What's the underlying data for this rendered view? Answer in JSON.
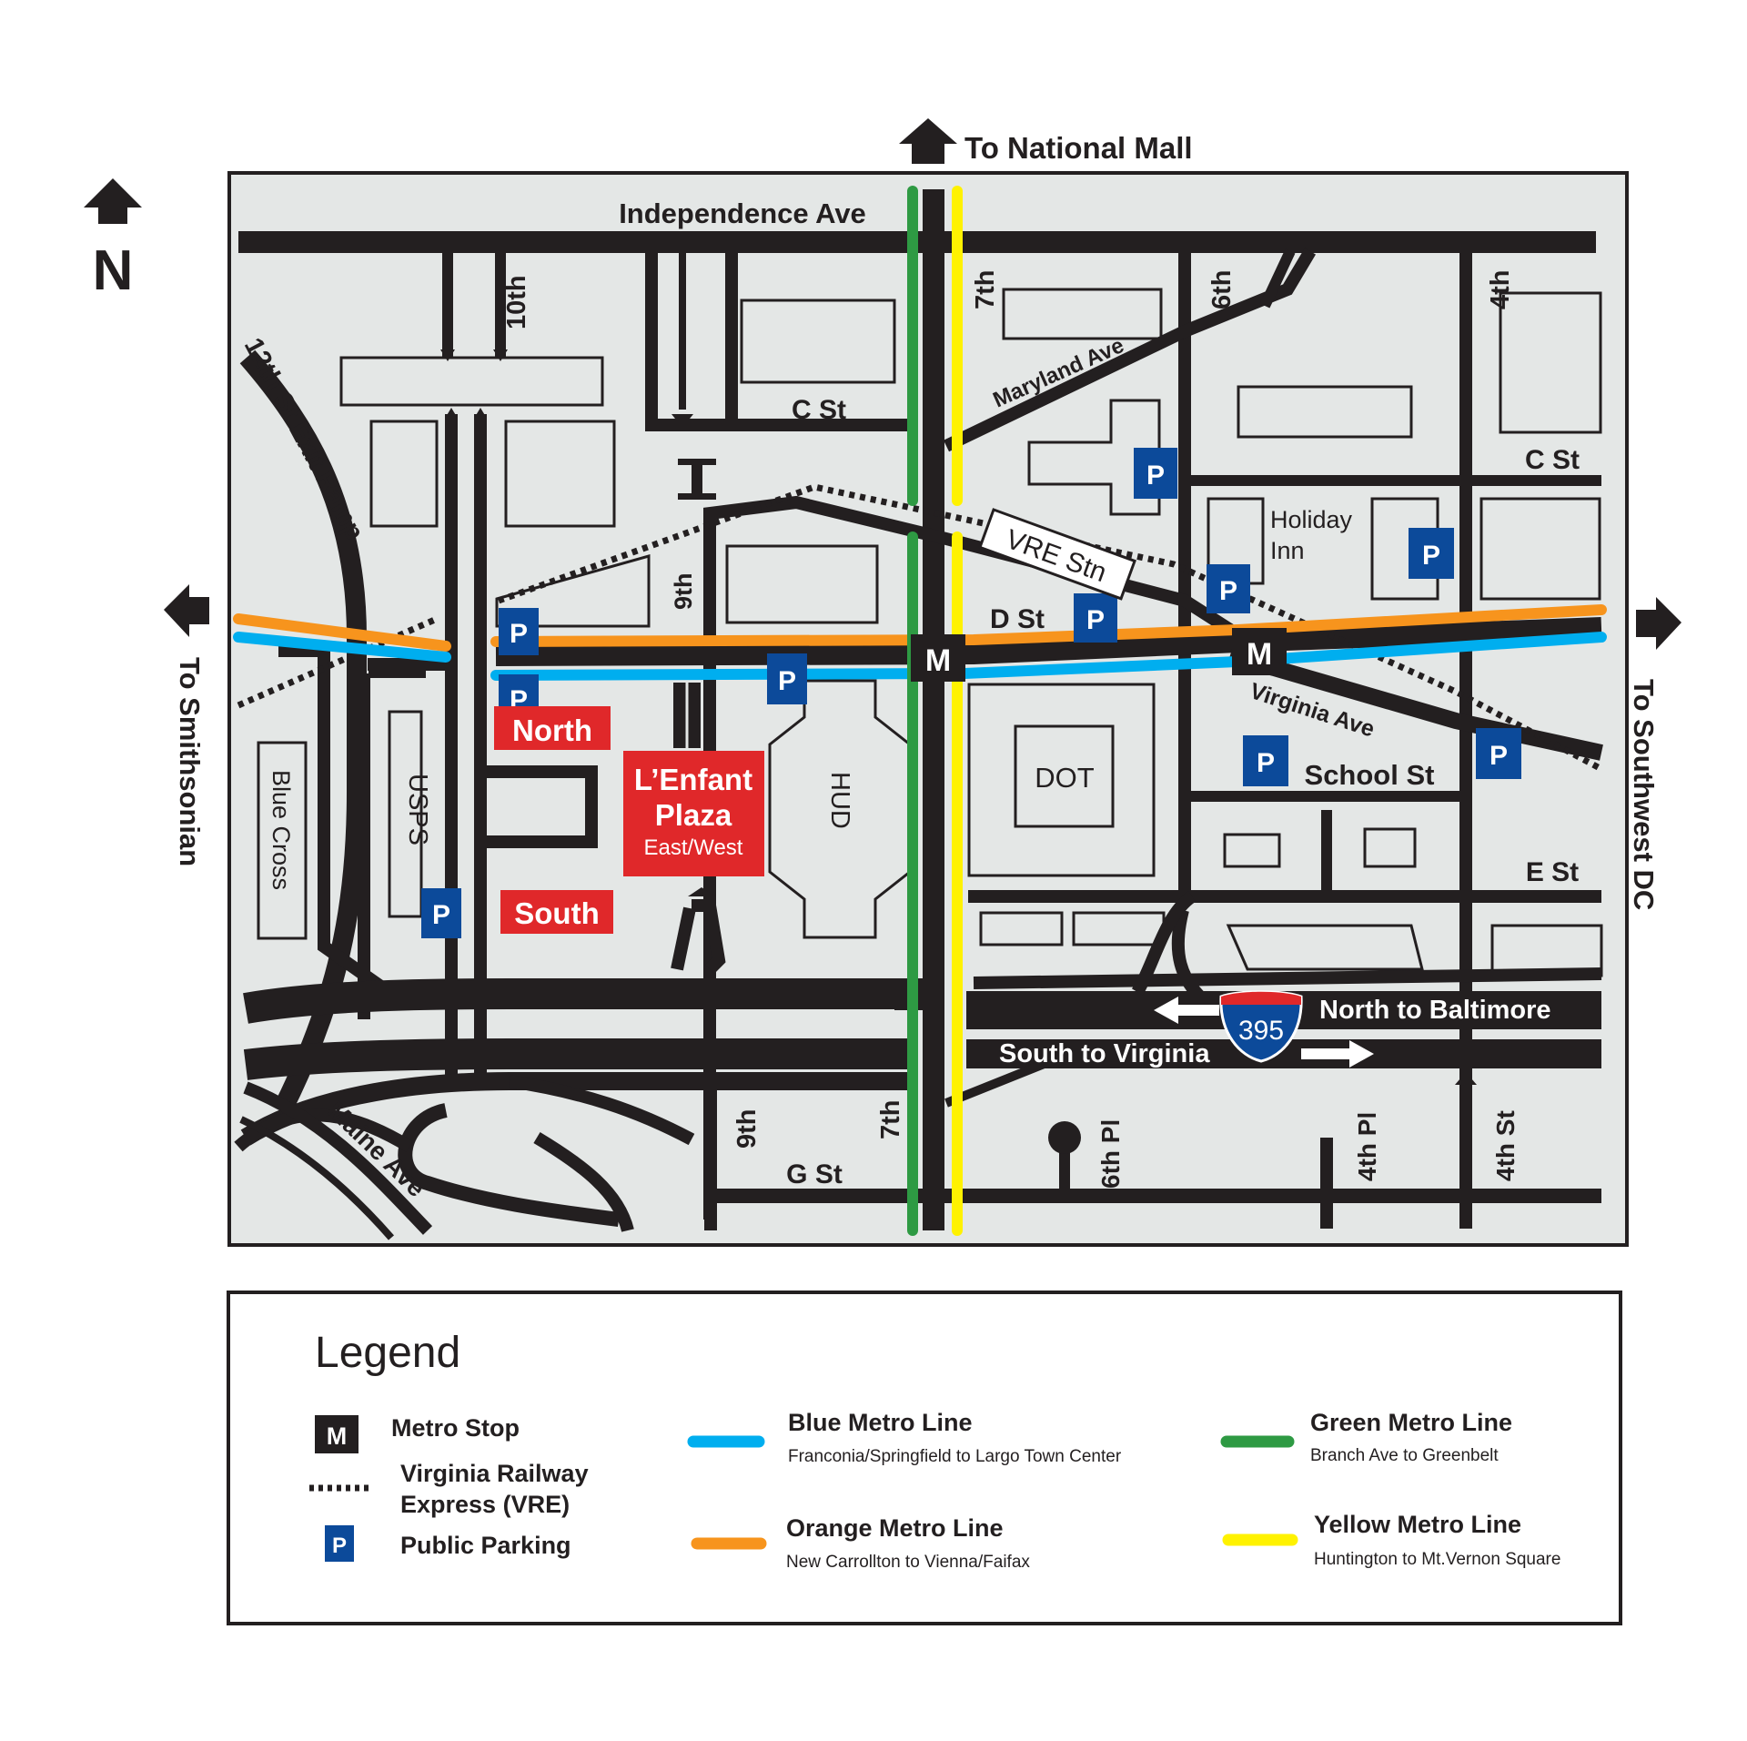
{
  "compass": {
    "north_letter": "N"
  },
  "directions": {
    "national_mall": "To National Mall",
    "smithsonian": "To Smithsonian",
    "southwest_dc": "To Southwest DC"
  },
  "streets": {
    "independence": "Independence Ave",
    "tenth": "10th",
    "twelfth_ramp": "12th St Exit Ramp",
    "seventh_top": "7th",
    "sixth_top": "6th",
    "fourth_top": "4th",
    "maryland": "Maryland Ave",
    "c_st_left": "C St",
    "c_st_right": "C St",
    "ninth_top": "9th",
    "d_st": "D St",
    "virginia_ave": "Virginia Ave",
    "school_st": "School St",
    "e_st": "E St",
    "ninth_bottom": "9th",
    "seventh_bottom": "7th",
    "sixth_pl": "6th Pl",
    "fourth_pl": "4th Pl",
    "fourth_st": "4th St",
    "g_st": "G St",
    "maine_ave": "Maine Ave"
  },
  "places": {
    "vre_stn": "VRE Stn",
    "holiday_inn_1": "Holiday",
    "holiday_inn_2": "Inn",
    "dot": "DOT",
    "hud": "HUD",
    "usps": "USPS",
    "blue_cross": "Blue Cross",
    "north": "North",
    "south": "South",
    "lenfant_1": "L’Enfant",
    "lenfant_2": "Plaza",
    "lenfant_3": "East/West"
  },
  "highway": {
    "shield": "395",
    "north": "North to Baltimore",
    "south": "South to Virginia"
  },
  "markers": {
    "metro": "M",
    "parking": "P"
  },
  "legend": {
    "title": "Legend",
    "metro_stop": "Metro Stop",
    "vre_1": "Virginia Railway",
    "vre_2": "Express (VRE)",
    "public_parking": "Public Parking",
    "blue_name": "Blue Metro Line",
    "blue_desc": "Franconia/Springfield to Largo Town Center",
    "orange_name": "Orange Metro Line",
    "orange_desc": "New Carrollton to Vienna/Faifax",
    "green_name": "Green Metro Line",
    "green_desc": "Branch Ave to Greenbelt",
    "yellow_name": "Yellow Metro Line",
    "yellow_desc": "Huntington to Mt.Vernon Square"
  },
  "colors": {
    "blue_line": "#00aeef",
    "orange_line": "#f7941d",
    "green_line": "#2e9a43",
    "yellow_line": "#fff200",
    "parking": "#0c4a9a",
    "landmark_red": "#e0282a",
    "map_bg": "#e4e7e6",
    "road": "#231f20"
  }
}
